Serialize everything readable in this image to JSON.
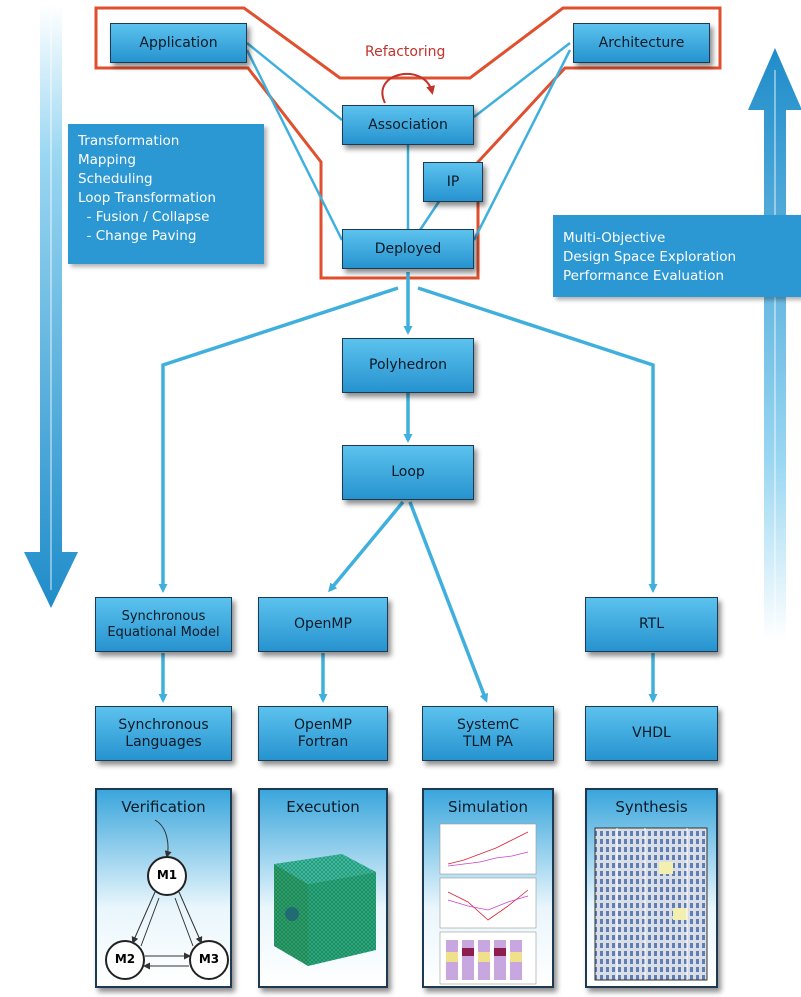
{
  "boxes": {
    "application": "Application",
    "architecture": "Architecture",
    "association": "Association",
    "ip": "IP",
    "deployed": "Deployed",
    "polyhedron": "Polyhedron",
    "loop": "Loop",
    "sync_model": "Synchronous\nEquational Model",
    "openmp": "OpenMP",
    "rtl": "RTL",
    "sync_lang": "Synchronous\nLanguages",
    "openmp_fortran": "OpenMP\nFortran",
    "systemc": "SystemC\nTLM PA",
    "vhdl": "VHDL"
  },
  "refactoring_label": "Refactoring",
  "left_info": [
    "Transformation",
    "Mapping",
    "Scheduling",
    "Loop Transformation",
    "  - Fusion / Collapse",
    "  - Change Paving"
  ],
  "right_info": [
    "Multi-Objective",
    "Design Space Exploration",
    "Performance Evaluation"
  ],
  "panels": {
    "verification": "Verification",
    "execution": "Execution",
    "simulation": "Simulation",
    "synthesis": "Synthesis"
  },
  "state_machine": {
    "m1": "M1",
    "m2": "M2",
    "m3": "M3"
  },
  "colors": {
    "box_top": "#5cc2ee",
    "box_bottom": "#2693cf",
    "arrow": "#3fb0dd",
    "outline": "#e0502e",
    "refactoring": "#c2332b"
  }
}
